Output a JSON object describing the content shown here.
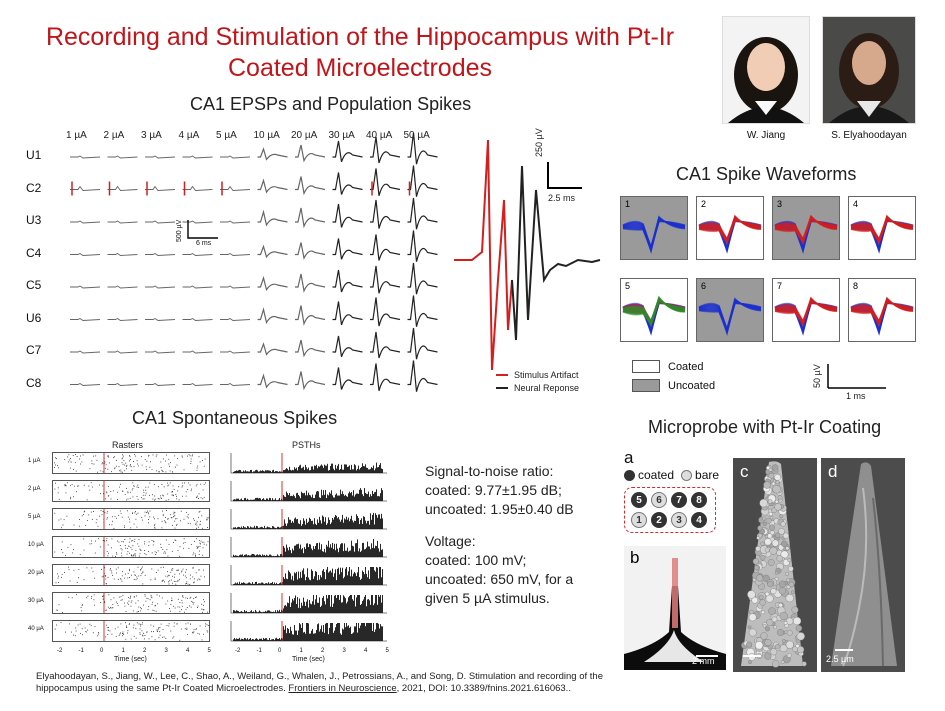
{
  "title": "Recording and Stimulation of the Hippocampus with Pt-Ir Coated Microelectrodes",
  "epsp": {
    "title": "CA1 EPSPs and Population Spikes",
    "currents": [
      "1 µA",
      "2 µA",
      "3 µA",
      "4 µA",
      "5 µA",
      "10 µA",
      "20 µA",
      "30 µA",
      "40 µA",
      "50 µA"
    ],
    "channels": [
      "U1",
      "C2",
      "U3",
      "C4",
      "C5",
      "U6",
      "C7",
      "C8"
    ],
    "scale_v": "500 µV",
    "scale_t": "6 ms"
  },
  "big_trace": {
    "scale_v": "250 µV",
    "scale_t": "2.5 ms",
    "legend": [
      "Stimulus Artifact",
      "Neural Reponse"
    ],
    "colors": [
      "#d21f1f",
      "#222222"
    ]
  },
  "people": [
    {
      "name": "W. Jiang"
    },
    {
      "name": "S. Elyahoodayan"
    }
  ],
  "waveforms": {
    "title": "CA1 Spike Waveforms",
    "boxes": [
      {
        "num": "1",
        "coated": false
      },
      {
        "num": "2",
        "coated": true
      },
      {
        "num": "3",
        "coated": false
      },
      {
        "num": "4",
        "coated": true
      },
      {
        "num": "5",
        "coated": true
      },
      {
        "num": "6",
        "coated": false
      },
      {
        "num": "7",
        "coated": true
      },
      {
        "num": "8",
        "coated": true
      }
    ],
    "legend_coated": "Coated",
    "legend_uncoated": "Uncoated",
    "scale_v": "50 µV",
    "scale_t": "1 ms"
  },
  "spontaneous": {
    "title": "CA1 Spontaneous Spikes",
    "rasters_label": "Rasters",
    "psth_label": "PSTHs",
    "rows": [
      "1 µA",
      "2 µA",
      "5 µA",
      "10 µA",
      "20 µA",
      "30 µA",
      "40 µA"
    ],
    "xticks": [
      "-2",
      "-1",
      "0",
      "1",
      "2",
      "3",
      "4",
      "5"
    ],
    "xlabel": "Time (sec)"
  },
  "stats": {
    "snr_title": "Signal-to-noise ratio:",
    "snr_coated": "coated: 9.77±1.95 dB;",
    "snr_uncoated": "uncoated: 1.95±0.40 dB",
    "volt_title": "Voltage:",
    "volt_coated": "coated: 100 mV;",
    "volt_uncoated_1": "uncoated: 650 mV, for a",
    "volt_uncoated_2": "given 5 µA stimulus."
  },
  "microprobe": {
    "title": "Microprobe with Pt-Ir Coating",
    "panel_a": "a",
    "panel_b": "b",
    "panel_c": "c",
    "panel_d": "d",
    "legend_coated": "coated",
    "legend_bare": "bare",
    "sites_top": [
      "5",
      "6",
      "7",
      "8"
    ],
    "sites_bottom": [
      "1",
      "2",
      "3",
      "4"
    ],
    "scale_b": "2 mm",
    "scale_d": "2.5 µm"
  },
  "reference": {
    "line1": "Elyahoodayan, S., Jiang, W., Lee, C., Shao, A., Weiland, G., Whalen, J., Petrossians, A., and Song, D.  Stimulation and recording of the",
    "line2_pre": "hippocampus using the same Pt-Ir Coated Microelectrodes. ",
    "journal": "Frontiers in Neuroscience",
    "line2_post": ", 2021, DOI: 10.3389/fnins.2021.616063.."
  }
}
